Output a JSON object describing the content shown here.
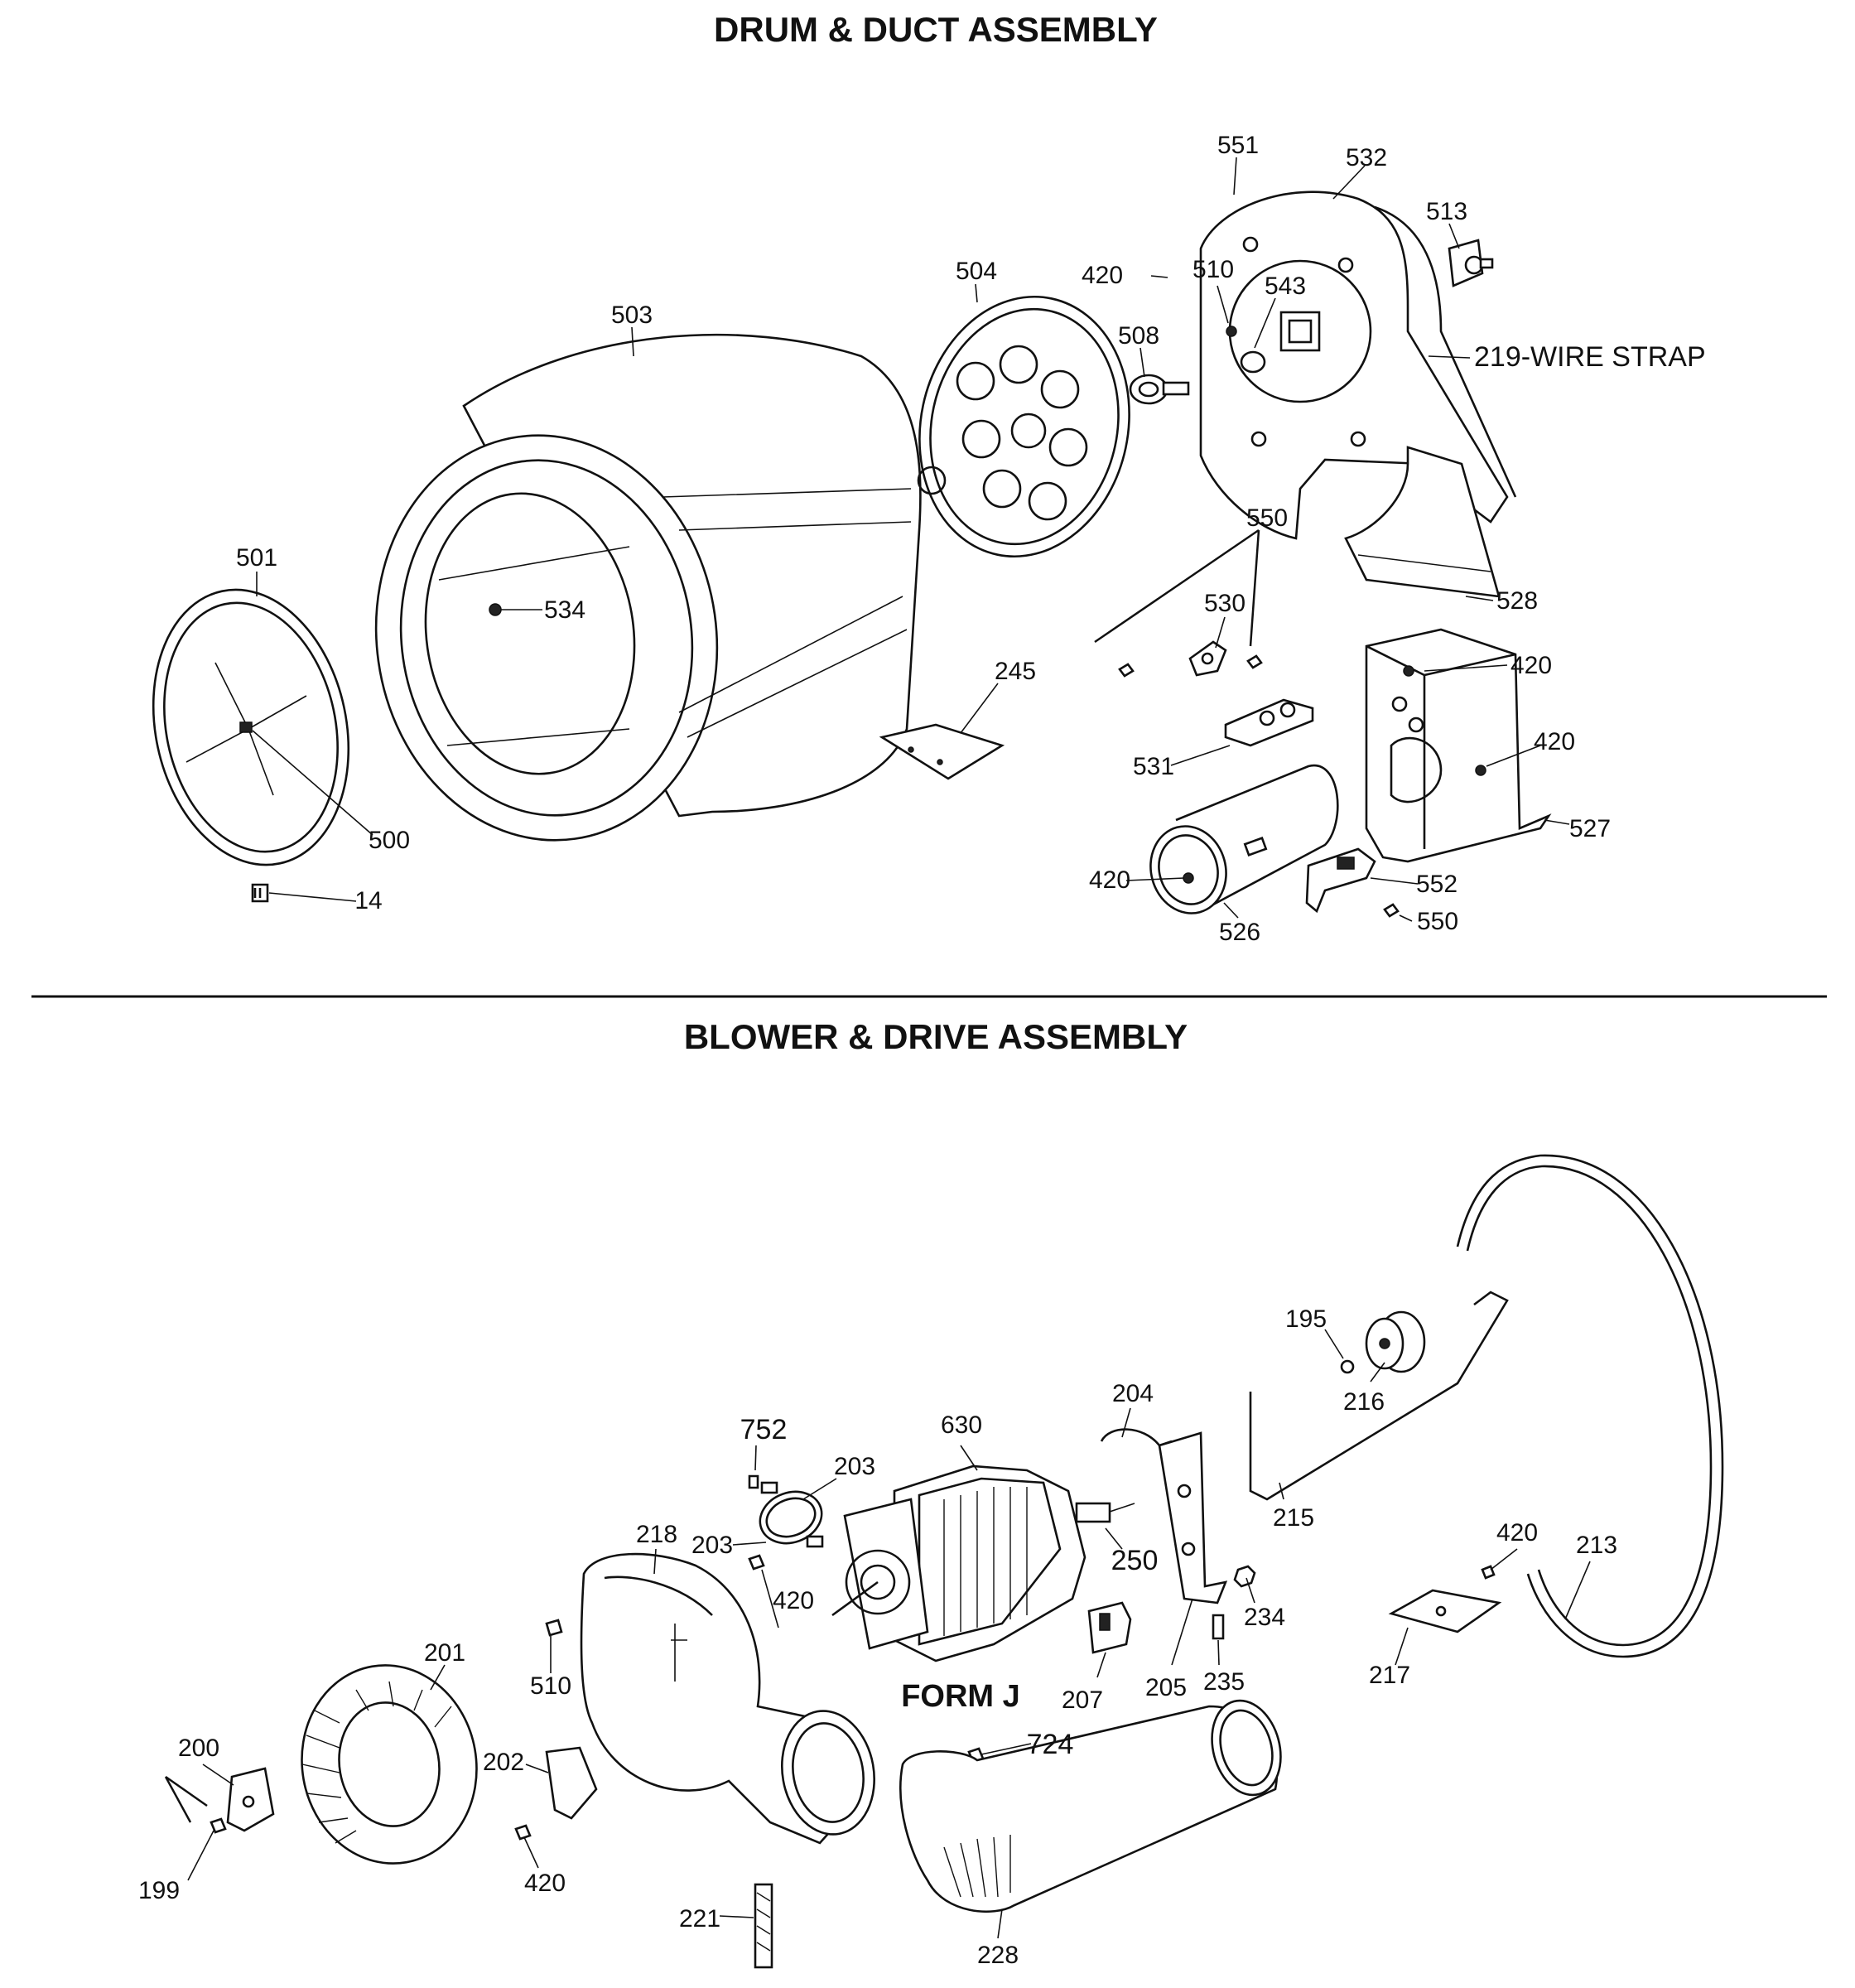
{
  "sections": {
    "top_title": "DRUM & DUCT ASSEMBLY",
    "bottom_title": "BLOWER & DRIVE ASSEMBLY",
    "form_label": "FORM J"
  },
  "top_labels": {
    "p551": "551",
    "p532": "532",
    "p513": "513",
    "p420a": "420",
    "p510a": "510",
    "p543": "543",
    "p504": "504",
    "p508": "508",
    "p219": "219-WIRE STRAP",
    "p503": "503",
    "p550a": "550",
    "p501": "501",
    "p534": "534",
    "p530": "530",
    "p528": "528",
    "p245": "245",
    "p420b": "420",
    "p531": "531",
    "p420c": "420",
    "p500": "500",
    "p527": "527",
    "p420d": "420",
    "p552": "552",
    "p14": "14",
    "p550b": "550",
    "p526": "526"
  },
  "bottom_labels": {
    "p195": "195",
    "p216": "216",
    "p204": "204",
    "p752": "752",
    "p630": "630",
    "p203a": "203",
    "p218": "218",
    "p203b": "203",
    "p250": "250",
    "p215": "215",
    "p420e": "420",
    "p213": "213",
    "p420f": "420",
    "p201": "201",
    "p510b": "510",
    "p234": "234",
    "p207": "207",
    "p205": "205",
    "p235": "235",
    "p217": "217",
    "p200": "200",
    "p202": "202",
    "p724": "724",
    "p199": "199",
    "p420g": "420",
    "p221": "221",
    "p228": "228"
  }
}
